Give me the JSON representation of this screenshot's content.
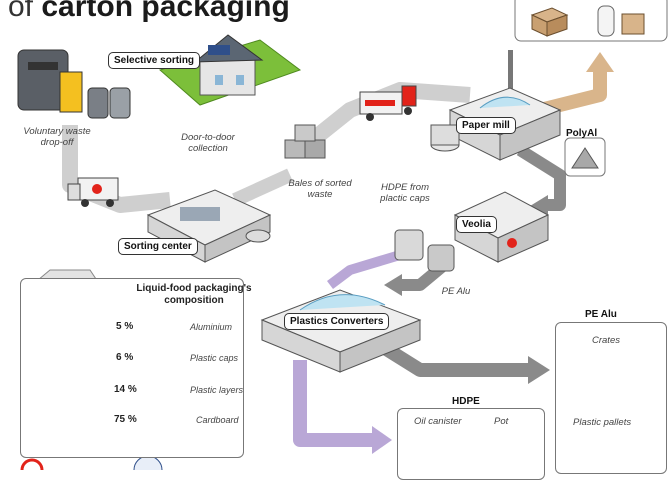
{
  "title": {
    "prefix": "of",
    "main": "carton packaging"
  },
  "labels": {
    "selective_sorting": "Selective sorting",
    "voluntary_dropoff": "Voluntary waste drop-off",
    "door_to_door": "Door-to-door collection",
    "sorting_center": "Sorting center",
    "bales": "Bales of sorted waste",
    "paper_mill": "Paper mill",
    "polyal": "PolyAl",
    "hdpe_caps": "HDPE from plactic caps",
    "veolia": "Veolia",
    "pe_alu_small": "PE Alu",
    "plastics_converters": "Plastics Converters",
    "pe_alu_panel": "PE Alu",
    "crates": "Crates",
    "plastic_pallets": "Plastic pallets",
    "hdpe_panel": "HDPE",
    "oil_canister": "Oil canister",
    "pot": "Pot"
  },
  "composition": {
    "title": "Liquid-food packaging's composition",
    "items": [
      {
        "pct": "5 %",
        "name": "Aluminium",
        "color": "#8e5aa6"
      },
      {
        "pct": "6 %",
        "name": "Plastic caps",
        "color": "#5ec2c8"
      },
      {
        "pct": "14 %",
        "name": "Plastic layers",
        "color": "#9fd8b5"
      },
      {
        "pct": "75 %",
        "name": "Cardboard",
        "color": "#f2923a"
      }
    ]
  },
  "colors": {
    "flow_grey": "#c9c9c9",
    "flow_dark": "#7d7d7d",
    "flow_purple": "#b9a7d6",
    "flow_tan": "#d9b58b",
    "veolia_red": "#e2231a",
    "grass": "#7cbf3a"
  }
}
